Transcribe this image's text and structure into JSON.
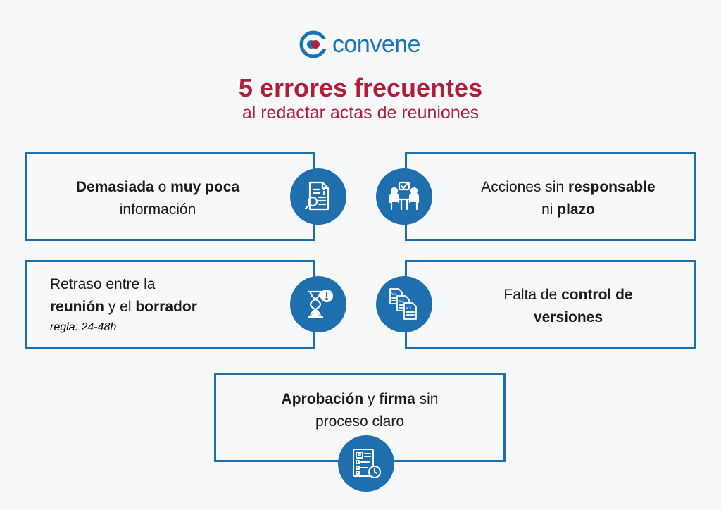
{
  "brand": {
    "name": "convene",
    "primary_color": "#1f6fae",
    "accent_color": "#b01e3a"
  },
  "header": {
    "title": "5 errores frecuentes",
    "subtitle": "al redactar actas de reuniones"
  },
  "items": [
    {
      "icon": "document-search-icon",
      "text_parts": [
        {
          "t": "Demasiada",
          "b": true
        },
        {
          "t": " o ",
          "b": false
        },
        {
          "t": "muy poca",
          "b": true
        },
        {
          "t": "\n",
          "b": false
        },
        {
          "t": "información",
          "b": false
        }
      ]
    },
    {
      "icon": "team-task-icon",
      "text_parts": [
        {
          "t": "Acciones sin ",
          "b": false
        },
        {
          "t": "responsable",
          "b": true
        },
        {
          "t": "\n",
          "b": false
        },
        {
          "t": "ni ",
          "b": false
        },
        {
          "t": "plazo",
          "b": true
        }
      ]
    },
    {
      "icon": "hourglass-alert-icon",
      "text_parts": [
        {
          "t": "Retraso entre la",
          "b": false
        },
        {
          "t": "\n",
          "b": false
        },
        {
          "t": "reunión",
          "b": true
        },
        {
          "t": " y el ",
          "b": false
        },
        {
          "t": "borrador",
          "b": true
        }
      ],
      "note": "regla: 24-48h"
    },
    {
      "icon": "document-versions-icon",
      "text_parts": [
        {
          "t": "Falta de ",
          "b": false
        },
        {
          "t": "control de",
          "b": true
        },
        {
          "t": "\n",
          "b": false
        },
        {
          "t": "versiones",
          "b": true
        }
      ]
    },
    {
      "icon": "approval-form-clock-icon",
      "text_parts": [
        {
          "t": "Aprobación",
          "b": true
        },
        {
          "t": " y ",
          "b": false
        },
        {
          "t": "firma",
          "b": true
        },
        {
          "t": " sin",
          "b": false
        },
        {
          "t": "\n",
          "b": false
        },
        {
          "t": "proceso claro",
          "b": false
        }
      ]
    }
  ]
}
